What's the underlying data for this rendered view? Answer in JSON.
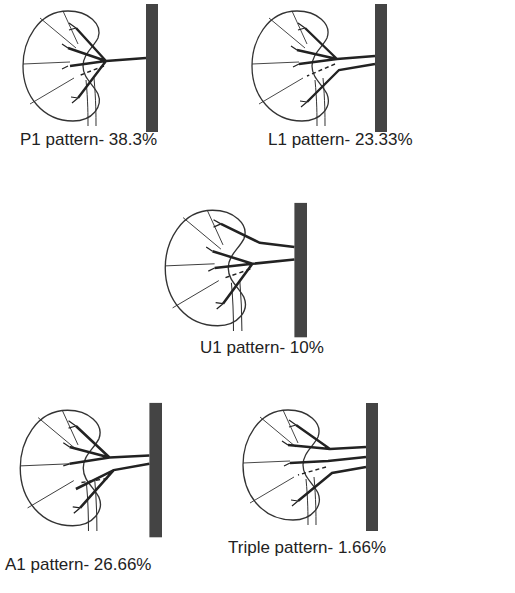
{
  "diagram": {
    "labels": [
      "P1 pattern- 38.3%",
      "L1 pattern- 23.33%",
      "U1 pattern- 10%",
      "A1 pattern- 26.66%",
      "Triple pattern- 1.66%"
    ]
  }
}
